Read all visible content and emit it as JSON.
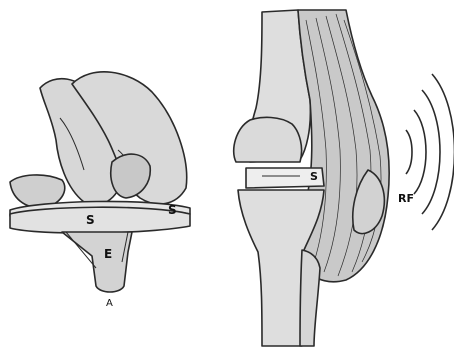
{
  "labels": {
    "implant_spacer_left": "S",
    "implant_spacer_right": "S",
    "implant_stem": "E",
    "implant_caption": "A",
    "knee_spacer": "S",
    "rf_label": "RF"
  },
  "colors": {
    "outline": "#2a2a2a",
    "component_fill": "#d9d9d9",
    "bone_fill": "#dedede",
    "muscle_fill": "#c9c9c9",
    "spacer_fill": "#eeeeee"
  }
}
